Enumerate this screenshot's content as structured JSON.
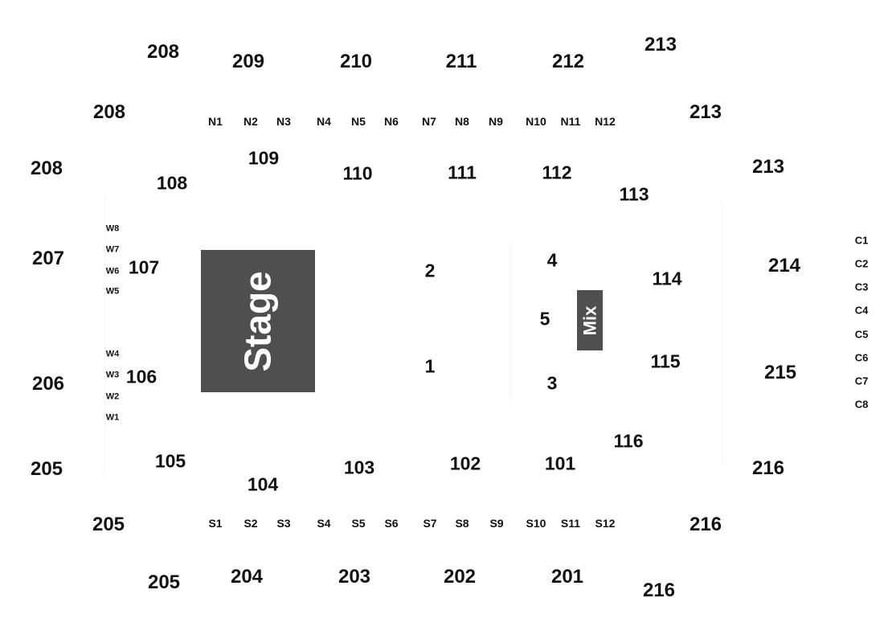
{
  "stage": {
    "label": "Stage"
  },
  "mix": {
    "label": "Mix"
  },
  "sections_200": {
    "s201": "201",
    "s202": "202",
    "s203": "203",
    "s204": "204",
    "s205": "205",
    "s206": "206",
    "s207": "207",
    "s208": "208",
    "s209": "209",
    "s210": "210",
    "s211": "211",
    "s212": "212",
    "s213": "213",
    "s214": "214",
    "s215": "215",
    "s216": "216"
  },
  "sections_100": {
    "s101": "101",
    "s102": "102",
    "s103": "103",
    "s104": "104",
    "s105": "105",
    "s106": "106",
    "s107": "107",
    "s108": "108",
    "s109": "109",
    "s110": "110",
    "s111": "111",
    "s112": "112",
    "s113": "113",
    "s114": "114",
    "s115": "115",
    "s116": "116"
  },
  "floor_sections": {
    "f1": "1",
    "f2": "2",
    "f3": "3",
    "f4": "4",
    "f5": "5"
  },
  "north_boxes": [
    "N1",
    "N2",
    "N3",
    "N4",
    "N5",
    "N6",
    "N7",
    "N8",
    "N9",
    "N10",
    "N11",
    "N12"
  ],
  "south_boxes": [
    "S1",
    "S2",
    "S3",
    "S4",
    "S5",
    "S6",
    "S7",
    "S8",
    "S9",
    "S10",
    "S11",
    "S12"
  ],
  "west_boxes": {
    "w1": "W1",
    "w2": "W2",
    "w3": "W3",
    "w4": "W4",
    "w5": "W5",
    "w6": "W6",
    "w7": "W7",
    "w8": "W8"
  },
  "c_boxes": [
    "C1",
    "C2",
    "C3",
    "C4",
    "C5",
    "C6",
    "C7",
    "C8"
  ],
  "colors": {
    "block": "#4f4f4f",
    "text": "#111111",
    "block_text": "#ffffff"
  }
}
